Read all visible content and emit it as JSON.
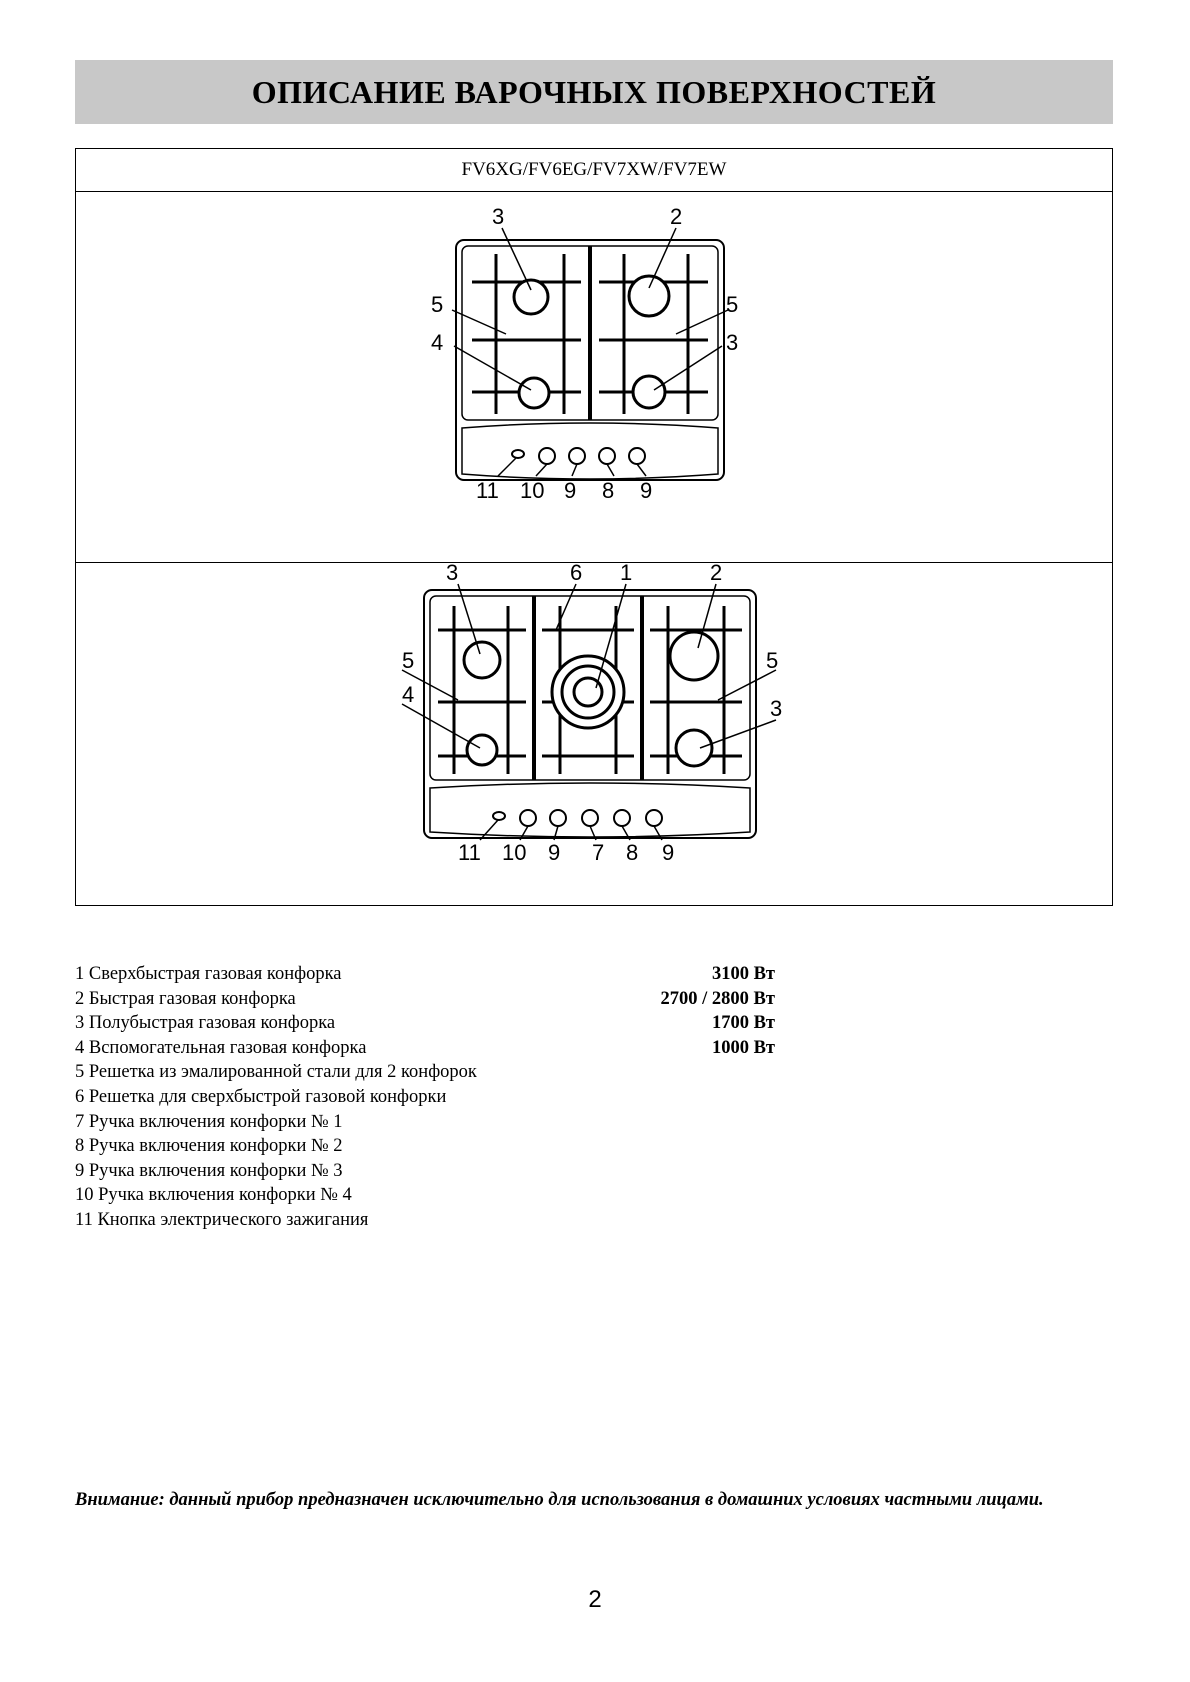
{
  "header": {
    "title": "ОПИСАНИЕ ВАРОЧНЫХ ПОВЕРХНОСТЕЙ"
  },
  "models": "FV6XG/FV6EG/FV7XW/FV7EW",
  "diagram_a": {
    "top_labels": [
      "3",
      "2"
    ],
    "side_labels": [
      "5",
      "4",
      "5",
      "3"
    ],
    "bottom_labels": [
      "11",
      "10",
      "9",
      "8",
      "9"
    ]
  },
  "diagram_b": {
    "top_labels": [
      "3",
      "6",
      "1",
      "2"
    ],
    "side_labels": [
      "5",
      "4",
      "5",
      "3"
    ],
    "bottom_labels": [
      "11",
      "10",
      "9",
      "7",
      "8",
      "9"
    ]
  },
  "legend": [
    {
      "text": "1 Сверхбыстрая газовая конфорка",
      "power": "3100  Вт"
    },
    {
      "text": "2 Быстрая газовая конфорка",
      "power": "2700 / 2800 Вт"
    },
    {
      "text": "3 Полубыстрая газовая конфорка",
      "power": "1700  Вт"
    },
    {
      "text": "4 Вспомогательная газовая конфорка",
      "power": "1000  Вт"
    },
    {
      "text": "5 Решетка из эмалированной стали для 2 конфорок",
      "power": ""
    },
    {
      "text": "6 Решетка для сверхбыстрой газовой конфорки",
      "power": ""
    },
    {
      "text": "7 Ручка включения конфорки № 1",
      "power": ""
    },
    {
      "text": "8 Ручка включения конфорки № 2",
      "power": ""
    },
    {
      "text": "9 Ручка включения конфорки № 3",
      "power": ""
    },
    {
      "text": "10 Ручка включения конфорки № 4",
      "power": ""
    },
    {
      "text": "11 Кнопка электрического зажигания",
      "power": ""
    }
  ],
  "warning": "Внимание: данный прибор предназначен исключительно для использования в домашних условиях частными лицами.",
  "page_number": "2"
}
